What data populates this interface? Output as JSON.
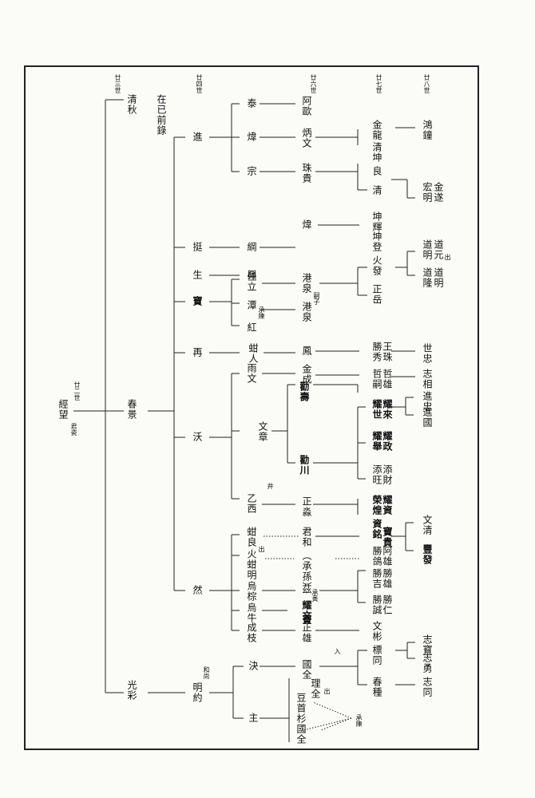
{
  "generations": {
    "g22": "廿二世",
    "g23": "廿三世",
    "g24": "廿四世",
    "g26": "廿六世",
    "g27": "廿七世",
    "g28": "廿八世"
  },
  "people": {
    "root": "經望",
    "root_note": "君瓷",
    "qingqiu": "清秋",
    "qingqiu_note": "在已前錄",
    "chunqing": "春景",
    "guangshan": "光彩",
    "jin": "進",
    "ting": "挺",
    "sheng": "生",
    "bao": "寶",
    "zai": "再",
    "wo": "沃",
    "ran": "然",
    "ming_yue": "明約",
    "ming_yue_note": "和尚",
    "jue": "決",
    "zhu": "主",
    "tai": "泰",
    "zhou": "煒",
    "zong": "宗",
    "gang": "綱",
    "xing": "興",
    "jia_li": "佳立",
    "tan": "潭",
    "hong": "紅",
    "hong_note": "承陳",
    "shu_ren": "蚶人",
    "yu_wen": "雨文",
    "wen_zhang": "文章",
    "yi_xi": "乙西",
    "yi_xi_note": "井",
    "gan_liang": "蚶良",
    "huo_ming": "火蚶明",
    "huo_ming_note": "出",
    "wu_zong": "烏棕",
    "wu_niu": "烏牛",
    "cheng_zhi": "成枝",
    "a_ou": "阿歐",
    "bing_wen": "炳文",
    "zhu_gui": "珠貴",
    "zhou2": "煒",
    "gang_quan": "港泉",
    "gang_quan2": "港泉",
    "gang_quan2_note": "嗣子",
    "feng": "鳳",
    "jin_cheng": "金成",
    "quan_shou": "勸壽",
    "quan_chuan": "勸川",
    "zheng_miao": "正淼",
    "jun_he": "君和",
    "cheng_sun": "（承孫）",
    "zhi": "茲",
    "zhi_note": "承黃",
    "yao_wen": "耀文",
    "bao_sub": "寶",
    "zheng_xiong": "正雄",
    "guo_quan": "國全",
    "guo_quan_note": "入",
    "li_quan": "理全",
    "li_quan_note": "出",
    "dou_sou": "豆首杉國全",
    "jin_long": "金龍",
    "qing_kun": "清坤",
    "liang": "良",
    "qing": "清",
    "kun_hui": "坤輝",
    "kun_deng": "坤登",
    "huo_fa": "火發",
    "zheng_yue": "正岳",
    "sheng_xiu": "勝秀",
    "wang_zhu": "王珠",
    "zhe_xiong": "哲雄",
    "zhe_si": "哲嗣",
    "yao_shi": "耀世",
    "yao_lai": "耀來",
    "yao_ju": "耀舉",
    "yao_zheng": "耀政",
    "tian_wang": "添旺",
    "tian_cai": "添財",
    "rong_huang": "榮煌",
    "yao_zi": "耀資",
    "zi_ming": "資銘",
    "bao_gui": "寶貴",
    "sheng_ge": "勝鴿",
    "a_xiong": "阿雄",
    "sheng_qi": "勝吉",
    "sheng_xiong": "勝雄",
    "sheng_cheng": "勝誠",
    "sheng_ren": "勝仁",
    "wen_bin": "文彬",
    "biao_tong": "標同",
    "chun_zhong": "春種",
    "hong_zhong": "鴻鐘",
    "xian_ming": "宏明",
    "xian_sui": "金遂",
    "dao_ming": "道明",
    "dao_yuan": "道元",
    "dao_yuan_note": "出",
    "dao_long": "道隆",
    "dao_ming2": "道明",
    "shi_zhong": "世忠",
    "zhi_xiang": "志相",
    "jin_zhong": "進忠",
    "jin_guo": "進國",
    "wen_qing": "文清",
    "feng_fa": "豐發",
    "zhi_bao": "志寶",
    "zhi_yong": "志勇",
    "zhi_tong": "志同",
    "cheng_chen": "承陳"
  }
}
